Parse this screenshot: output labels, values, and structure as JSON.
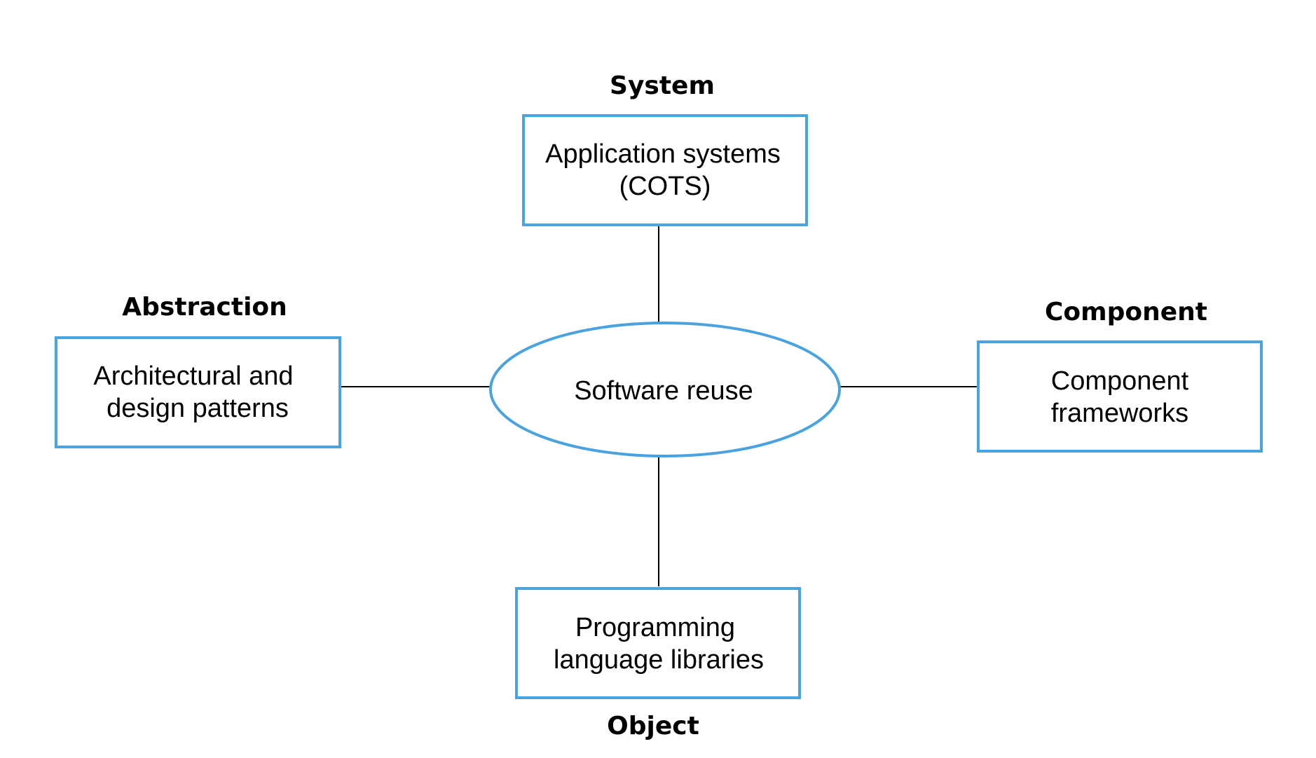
{
  "colors": {
    "border": "#4aa3df",
    "connector": "#000000",
    "text": "#000000",
    "background": "#ffffff"
  },
  "center": {
    "label": "Software reuse"
  },
  "nodes": {
    "top": {
      "heading": "System",
      "line1": "Application systems",
      "line2": "(COTS)"
    },
    "left": {
      "heading": "Abstraction",
      "line1": "Architectural and",
      "line2": "design patterns"
    },
    "right": {
      "heading": "Component",
      "line1": "Component",
      "line2": "frameworks"
    },
    "bottom": {
      "heading": "Object",
      "line1": "Programming",
      "line2": "language libraries"
    }
  }
}
